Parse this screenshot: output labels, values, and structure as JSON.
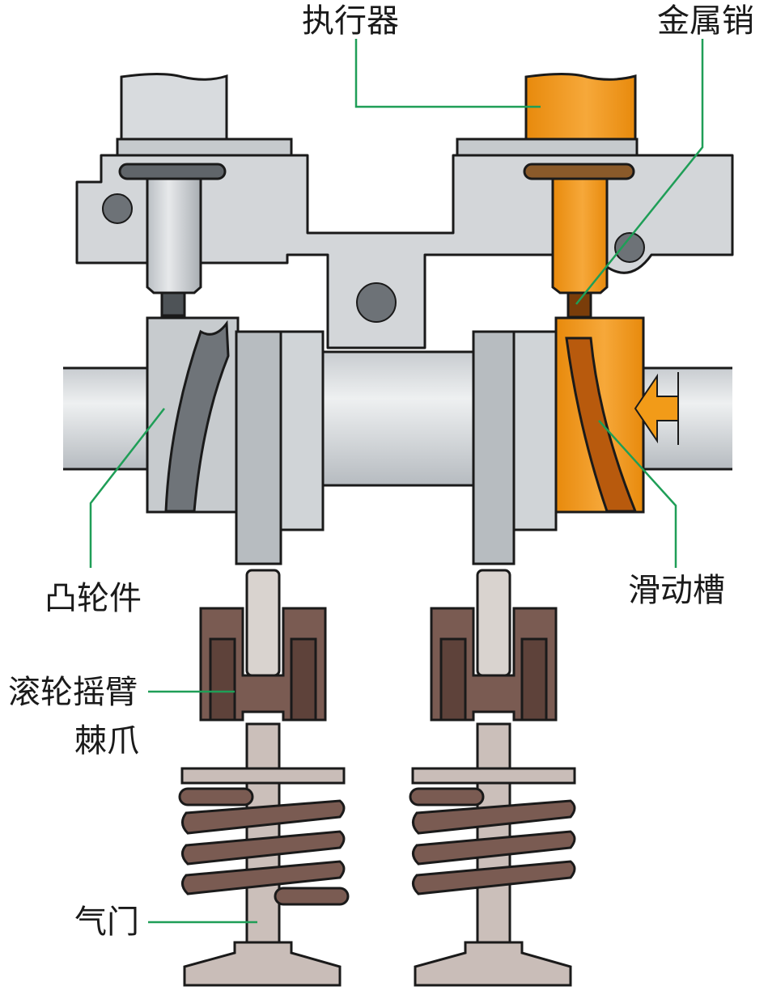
{
  "labels": {
    "actuator": "执行器",
    "metal_pin": "金属销",
    "cam_piece": "凸轮件",
    "sliding_groove": "滑动槽",
    "roller_rocker_line1": "滚轮摇臂",
    "roller_rocker_line2": "棘爪",
    "valve": "气门"
  },
  "colors": {
    "leader_line": "#1f9e57",
    "steel_light": "#d4d7da",
    "steel_mid": "#aeb3b8",
    "steel_dark": "#7d8287",
    "orange": "#f29b18",
    "orange_dark": "#c0650d",
    "rocker": "#7a5b52",
    "valve": "#c9bdb8",
    "spring": "#7a5b52",
    "outline": "#1a1a1a"
  }
}
